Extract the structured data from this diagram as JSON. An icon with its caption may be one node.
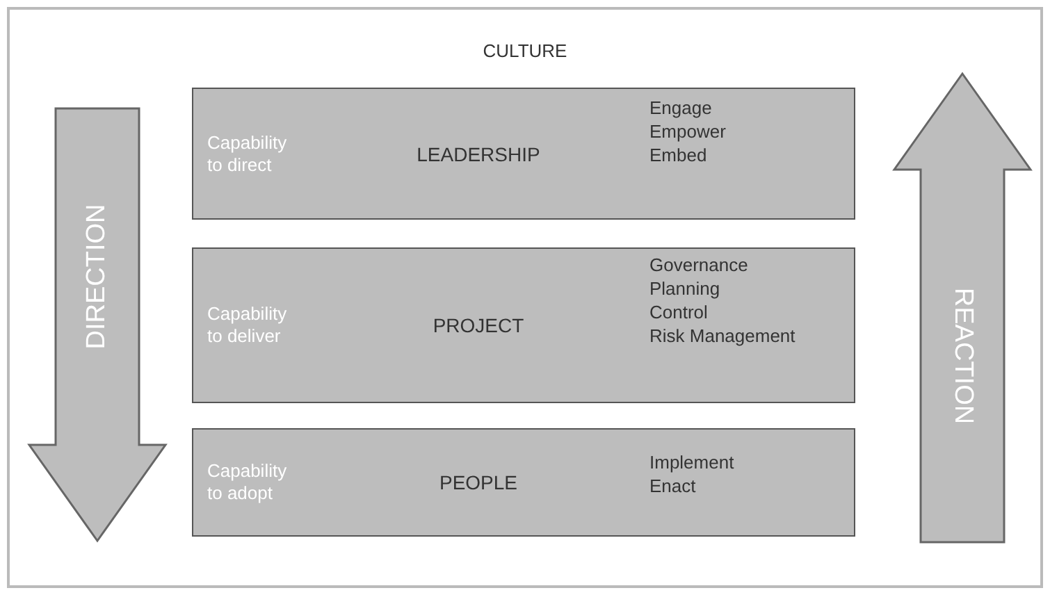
{
  "diagram": {
    "nodes": [
      {
        "text": [
          "CULTURE"
        ]
      },
      {
        "text": [
          "DIRECTION"
        ],
        "in": 0
      },
      {
        "text": [
          "Capability to direct",
          "LEADERSHIP",
          "Engage",
          "Empower",
          "Embed"
        ],
        "in": 0
      },
      {
        "text": [
          "Capability to deliver",
          "PROJECT",
          "Governance",
          "Planning",
          "Control",
          "Risk Management"
        ],
        "in": 0
      },
      {
        "text": [
          "Capability to adopt",
          "PEOPLE",
          "Implement",
          "Enact"
        ],
        "in": 0
      },
      {
        "text": [
          "REACTION"
        ],
        "in": 0
      }
    ]
  }
}
